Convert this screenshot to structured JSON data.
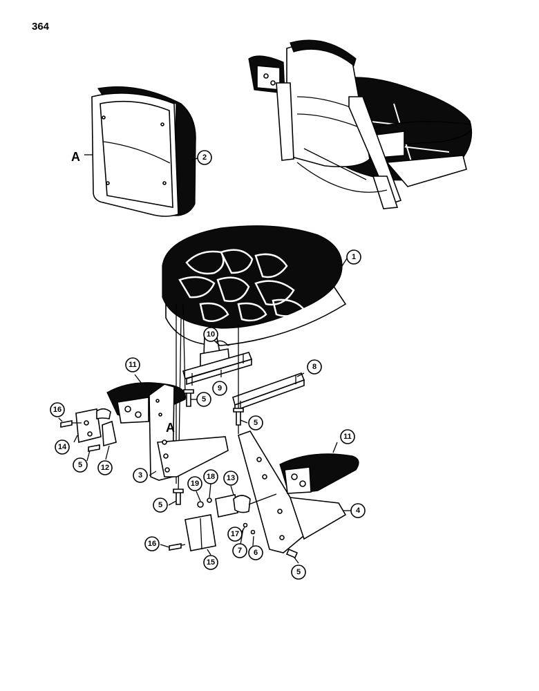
{
  "page": {
    "number": "364"
  },
  "reference_letters": [
    "A",
    "A"
  ],
  "callouts": {
    "c1": "1",
    "c2": "2",
    "c3": "3",
    "c4": "4",
    "c5a": "5",
    "c5b": "5",
    "c5c": "5",
    "c5d": "5",
    "c5e": "5",
    "c6": "6",
    "c7": "7",
    "c8": "8",
    "c9": "9",
    "c10": "10",
    "c11a": "11",
    "c11b": "11",
    "c12": "12",
    "c13": "13",
    "c14": "14",
    "c15": "15",
    "c16a": "16",
    "c16b": "16",
    "c17": "17",
    "c18": "18",
    "c19": "19"
  }
}
